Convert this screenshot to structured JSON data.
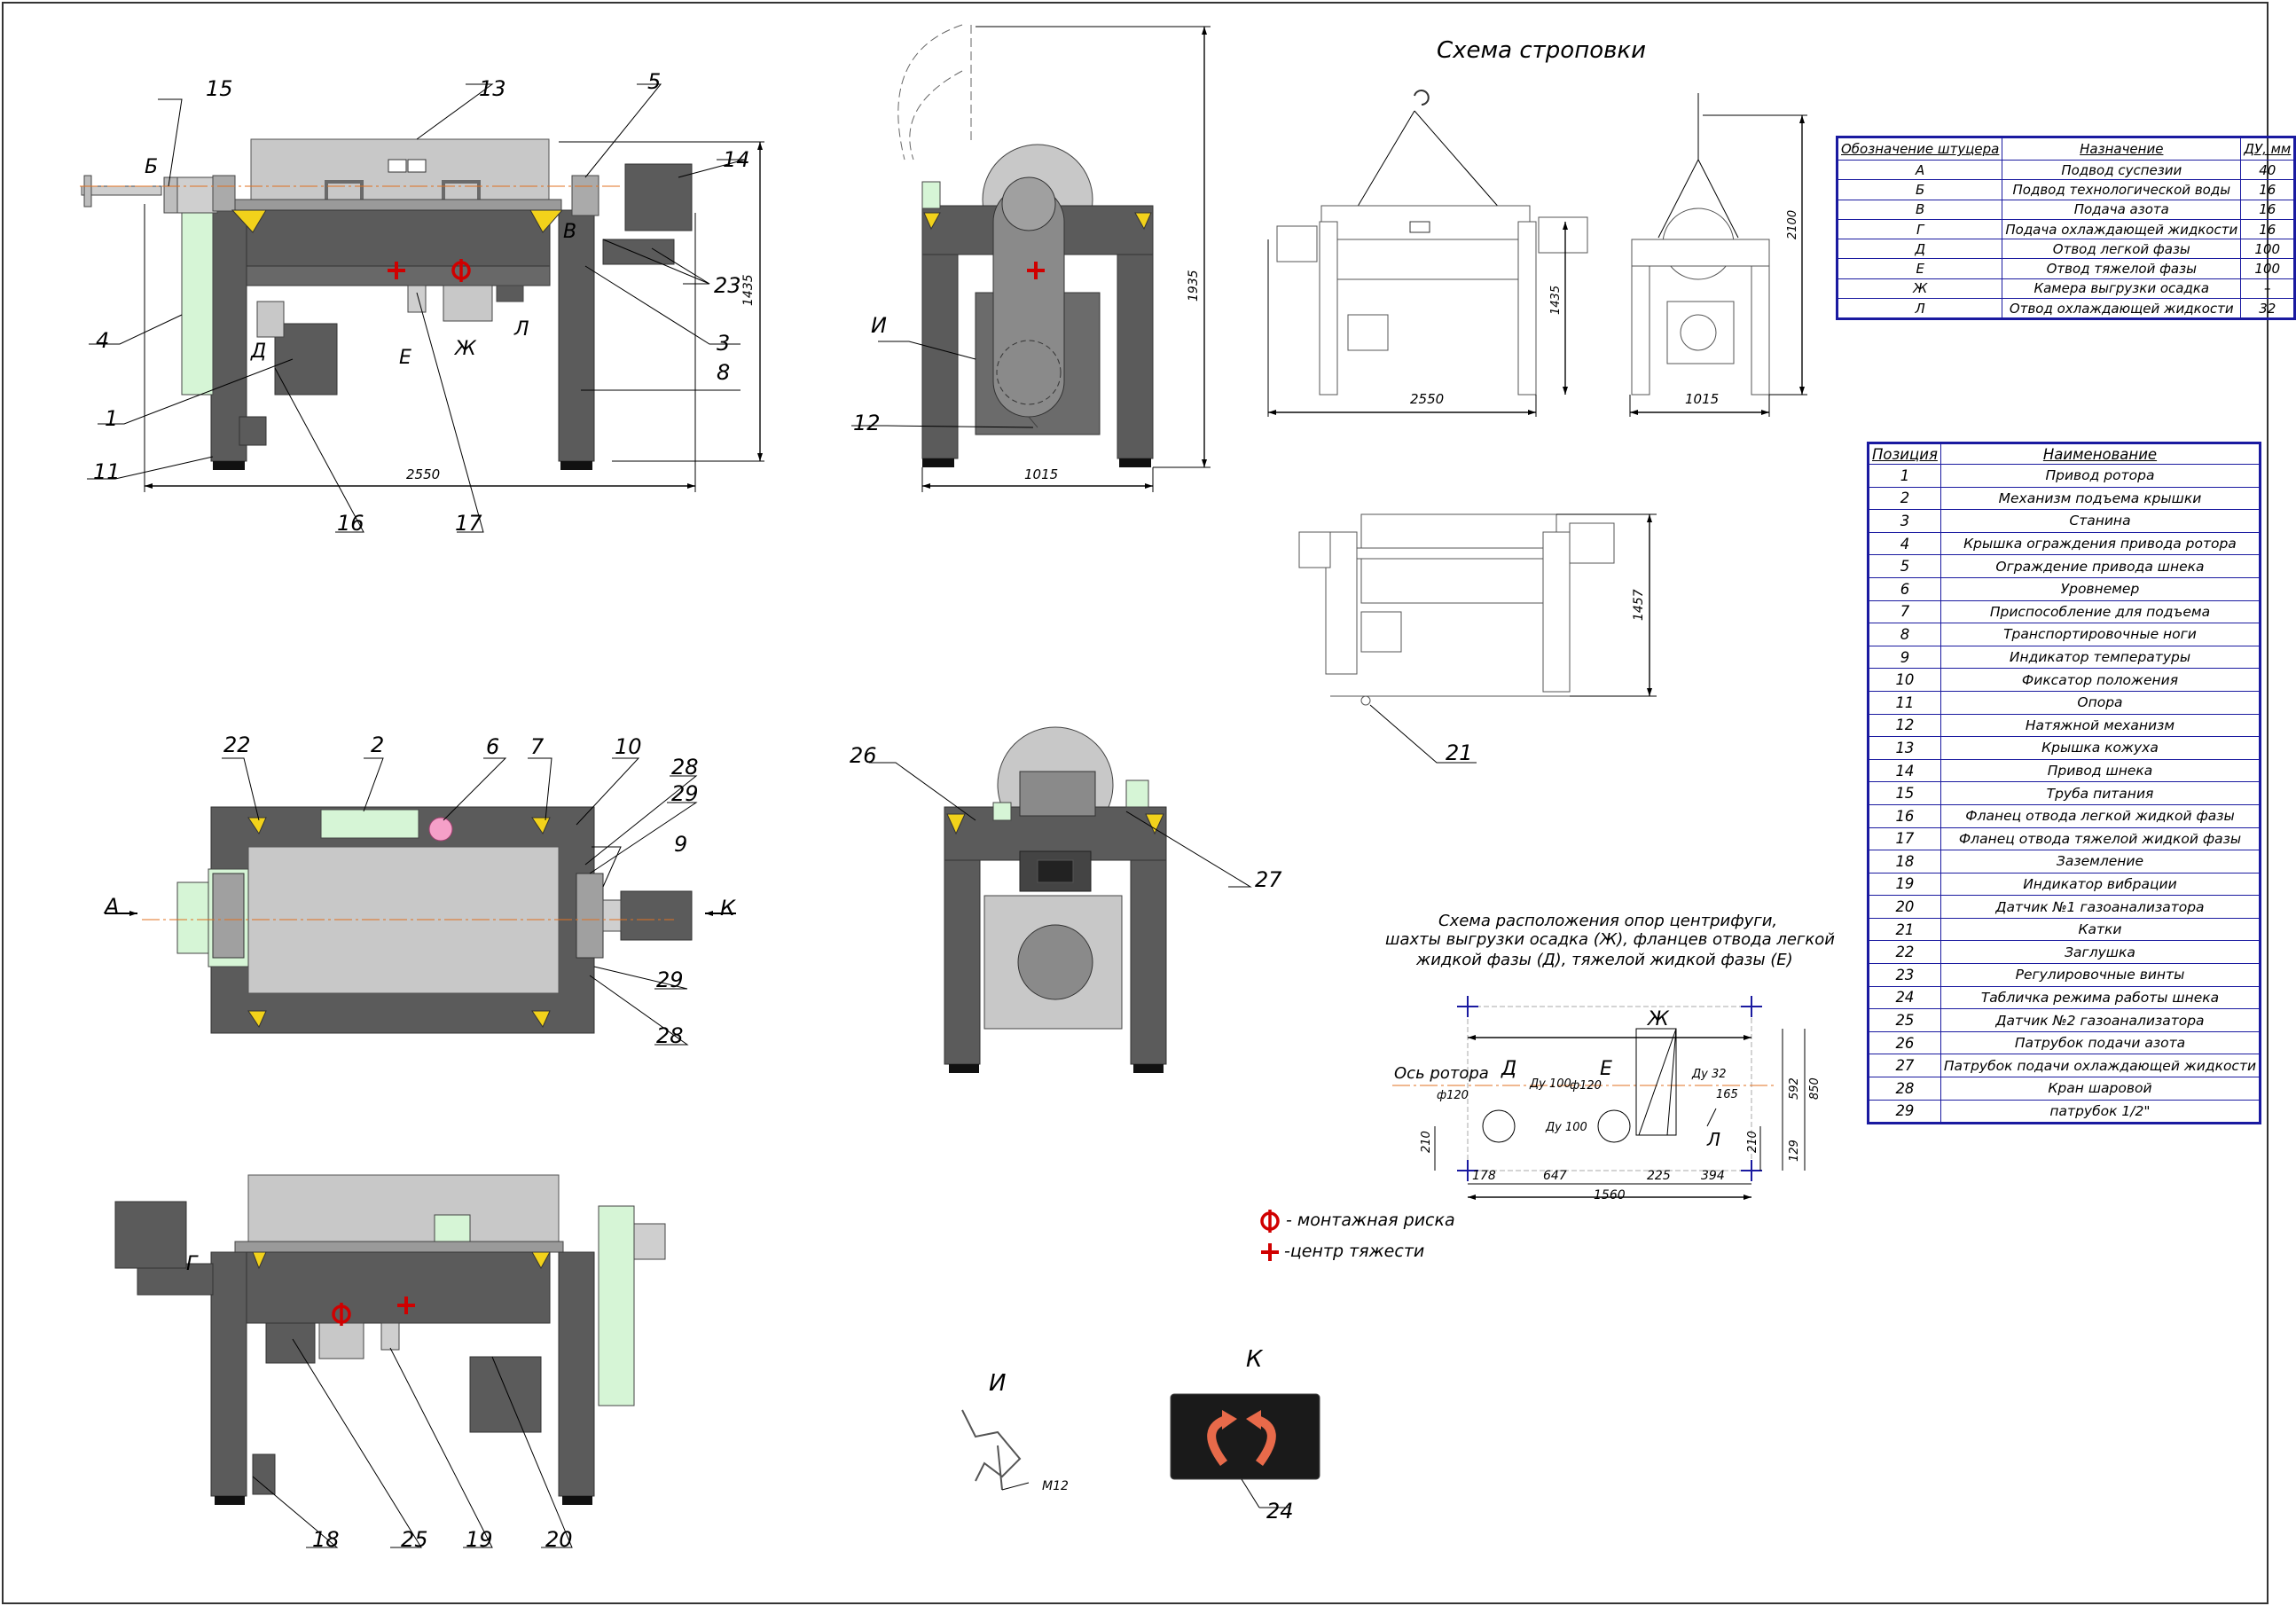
{
  "titles": {
    "slinging": "Схема строповки",
    "supports_line1": "Схема расположения опор центрифуги,",
    "supports_line2": "шахты выгрузки осадка (Ж), фланцев отвода легкой",
    "supports_line3": "жидкой фазы (Д),  тяжелой жидкой фазы (Е)",
    "view_i": "И",
    "view_k": "К"
  },
  "ports_table": {
    "headers": [
      "Обозначение штуцера",
      "Назначение",
      "ДУ, мм"
    ],
    "rows": [
      [
        "А",
        "Подвод суспезии",
        "40"
      ],
      [
        "Б",
        "Подвод технологической воды",
        "16"
      ],
      [
        "В",
        "Подача азота",
        "16"
      ],
      [
        "Г",
        "Подача охлаждающей жидкости",
        "16"
      ],
      [
        "Д",
        "Отвод легкой фазы",
        "100"
      ],
      [
        "Е",
        "Отвод тяжелой фазы",
        "100"
      ],
      [
        "Ж",
        "Камера выгрузки осадка",
        "–"
      ],
      [
        "Л",
        "Отвод охлаждающей жидкости",
        "32"
      ]
    ]
  },
  "parts_table": {
    "headers": [
      "Позиция",
      "Наименование"
    ],
    "rows": [
      [
        "1",
        "Привод ротора"
      ],
      [
        "2",
        "Механизм подъема крышки"
      ],
      [
        "3",
        "Станина"
      ],
      [
        "4",
        "Крышка ограждения привода ротора"
      ],
      [
        "5",
        "Ограждение привода шнека"
      ],
      [
        "6",
        "Уровнемер"
      ],
      [
        "7",
        "Приспособление для подъема"
      ],
      [
        "8",
        "Транспортировочные ноги"
      ],
      [
        "9",
        "Индикатор температуры"
      ],
      [
        "10",
        "Фиксатор положения"
      ],
      [
        "11",
        "Опора"
      ],
      [
        "12",
        "Натяжной механизм"
      ],
      [
        "13",
        "Крышка кожуха"
      ],
      [
        "14",
        "Привод шнека"
      ],
      [
        "15",
        "Труба питания"
      ],
      [
        "16",
        "Фланец отвода легкой жидкой фазы"
      ],
      [
        "17",
        "Фланец отвода тяжелой жидкой фазы"
      ],
      [
        "18",
        "Заземление"
      ],
      [
        "19",
        "Индикатор вибрации"
      ],
      [
        "20",
        "Датчик №1 газоанализатора"
      ],
      [
        "21",
        "Катки"
      ],
      [
        "22",
        "Заглушка"
      ],
      [
        "23",
        "Регулировочные винты"
      ],
      [
        "24",
        "Табличка режима работы шнека"
      ],
      [
        "25",
        "Датчик №2 газоанализатора"
      ],
      [
        "26",
        "Патрубок подачи азота"
      ],
      [
        "27",
        "Патрубок подачи охлаждающей жидкости"
      ],
      [
        "28",
        "Кран шаровой"
      ],
      [
        "29",
        "патрубок 1/2\""
      ]
    ]
  },
  "legend": {
    "mount_mark": "- монтажная риска",
    "gravity_center": "-центр тяжести"
  },
  "dimensions": {
    "front_width": "2550",
    "front_height": "1435",
    "side_width": "1015",
    "side_height": "1935",
    "sling_front_width": "2550",
    "sling_front_height": "1435",
    "sling_side_width": "1015",
    "sling_side_height": "2100",
    "lift_height": "1457",
    "support_rotor_axis": "Ось ротора",
    "support_d": "Д",
    "support_e": "Е",
    "support_zh": "Ж",
    "support_l": "Л",
    "support_du100_a": "Ду 100",
    "support_du100_b": "Ду 100",
    "support_du32": "Ду 32",
    "support_phi120_a": "ф120",
    "support_phi120_b": "ф120",
    "support_165": "165",
    "support_592": "592",
    "support_850": "850",
    "support_210_a": "210",
    "support_210_b": "210",
    "support_129": "129",
    "support_178": "178",
    "support_647": "647",
    "support_225": "225",
    "support_394": "394",
    "support_1560": "1560",
    "m12": "M12"
  },
  "callouts": {
    "c1": "1",
    "c2": "2",
    "c3": "3",
    "c4": "4",
    "c5": "5",
    "c6": "6",
    "c7": "7",
    "c8": "8",
    "c9": "9",
    "c10": "10",
    "c11": "11",
    "c12": "12",
    "c13": "13",
    "c14": "14",
    "c15": "15",
    "c16": "16",
    "c17": "17",
    "c18": "18",
    "c19": "19",
    "c20": "20",
    "c21": "21",
    "c22": "22",
    "c23": "23",
    "c24": "24",
    "c25": "25",
    "c26": "26",
    "c27": "27",
    "c28a": "28",
    "c28b": "28",
    "c29a": "29",
    "c29b": "29"
  },
  "port_letters": {
    "b": "Б",
    "v": "В",
    "d": "Д",
    "e": "Е",
    "zh": "Ж",
    "l": "Л",
    "a": "А",
    "k": "К",
    "i": "И",
    "g": "Г"
  },
  "colors": {
    "frame": "#5b5b5b",
    "cover": "#c8c8c8",
    "guard": "#d6f5d6",
    "dim": "#000000",
    "red": "#d00000",
    "yellow": "#f2d21b",
    "table_border": "#1a1aa0",
    "centerline": "#e07020"
  }
}
